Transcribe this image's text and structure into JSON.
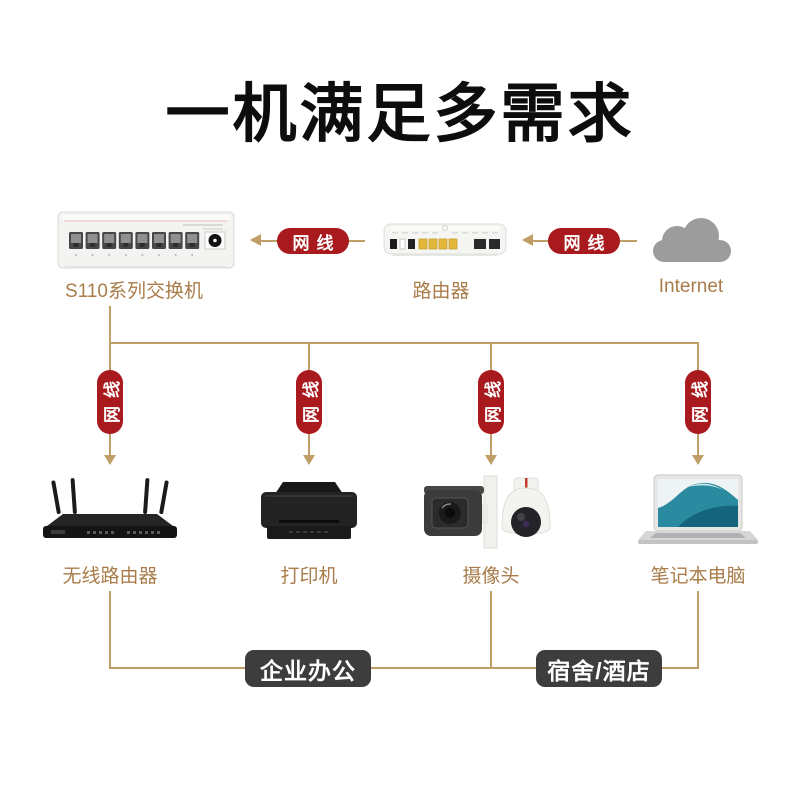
{
  "title": "一机满足多需求",
  "cable_label": "网线",
  "top_row": {
    "switch_label": "S110系列交换机",
    "router_label": "路由器",
    "internet_label": "Internet"
  },
  "devices": [
    {
      "icon": "wireless-router-icon",
      "label": "无线路由器"
    },
    {
      "icon": "printer-icon",
      "label": "打印机"
    },
    {
      "icon": "camera-icon",
      "label": "摄像头"
    },
    {
      "icon": "laptop-icon",
      "label": "笔记本电脑"
    }
  ],
  "groups": [
    {
      "label": "企业办公"
    },
    {
      "label": "宿舍/酒店"
    }
  ],
  "colors": {
    "accent_red": "#a91a1e",
    "line_tan": "#bf9e68",
    "label_brown": "#a97c4a",
    "badge_dark": "#3d3d3d",
    "cloud_gray": "#9c9c9c"
  }
}
